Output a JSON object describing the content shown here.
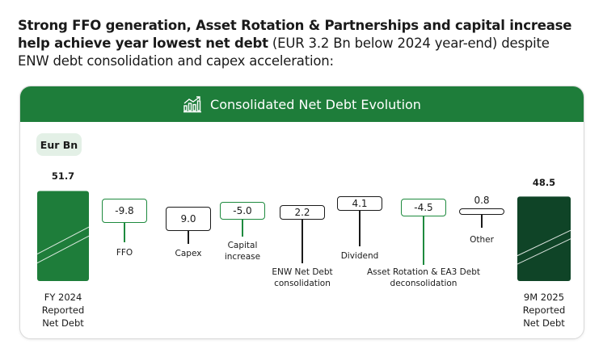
{
  "headline": {
    "bold_part": "Strong FFO generation, Asset Rotation & Partnerships and capital increase help achieve year lowest net debt",
    "regular_part": " (EUR 3.2 Bn below 2024 year-end) despite ENW debt consolidation and capex acceleration:"
  },
  "card": {
    "title": "Consolidated Net Debt Evolution",
    "unit": "Eur Bn",
    "colors": {
      "brand_green": "#1e7d3a",
      "dark_green": "#0f4427",
      "positive_outline": "#1a1a1a"
    }
  },
  "chart_data": {
    "type": "bar",
    "subtype": "waterfall",
    "title": "Consolidated Net Debt Evolution",
    "unit": "Eur Bn",
    "start": {
      "label": "FY 2024 Reported Net Debt",
      "value": 51.7,
      "value_text": "51.7"
    },
    "steps": [
      {
        "label": "FFO",
        "value": -9.8,
        "value_text": "-9.8"
      },
      {
        "label": "Capex",
        "value": 9.0,
        "value_text": "9.0"
      },
      {
        "label": "Capital increase",
        "value": -5.0,
        "value_text": "-5.0"
      },
      {
        "label": "ENW Net Debt consolidation",
        "value": 2.2,
        "value_text": "2.2"
      },
      {
        "label": "Dividend",
        "value": 4.1,
        "value_text": "4.1"
      },
      {
        "label": "Asset Rotation & EA3 Debt deconsolidation",
        "value": -4.5,
        "value_text": "-4.5"
      },
      {
        "label": "Other",
        "value": 0.8,
        "value_text": "0.8"
      }
    ],
    "end": {
      "label": "9M 2025 Reported Net Debt",
      "value": 48.5,
      "value_text": "48.5"
    }
  }
}
